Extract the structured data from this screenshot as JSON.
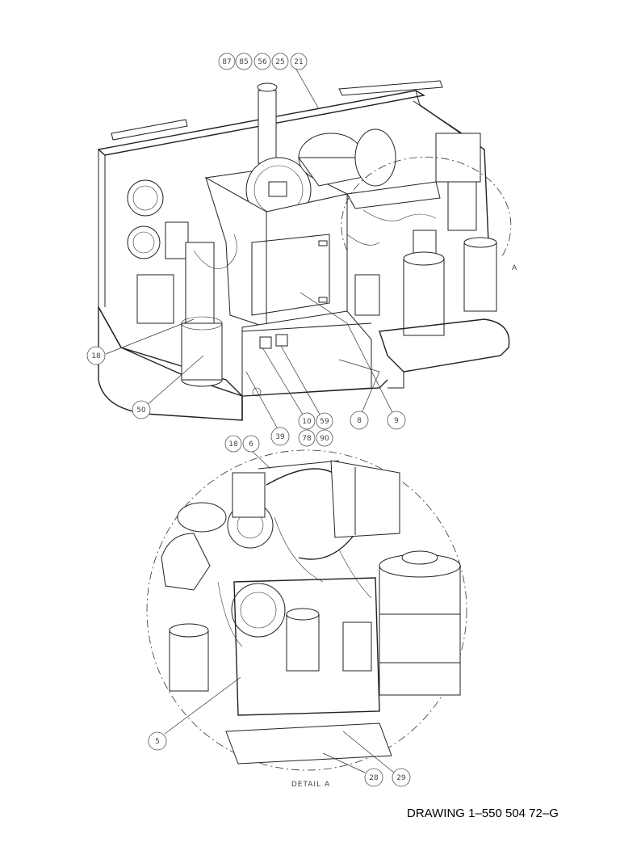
{
  "top_view": {
    "callouts": [
      {
        "label": "87"
      },
      {
        "label": "85"
      },
      {
        "label": "56"
      },
      {
        "label": "25"
      },
      {
        "label": "21"
      },
      {
        "label": "18"
      },
      {
        "label": "50"
      },
      {
        "label": "39"
      },
      {
        "label": "10"
      },
      {
        "label": "59"
      },
      {
        "label": "78"
      },
      {
        "label": "90"
      },
      {
        "label": "8"
      },
      {
        "label": "9"
      }
    ],
    "section_marker": "A"
  },
  "detail_view": {
    "callouts": [
      {
        "label": "18"
      },
      {
        "label": "6"
      },
      {
        "label": "5"
      },
      {
        "label": "28"
      },
      {
        "label": "29"
      }
    ],
    "title": "DETAIL A"
  },
  "drawing_number": "DRAWING 1–550 504 72–G"
}
